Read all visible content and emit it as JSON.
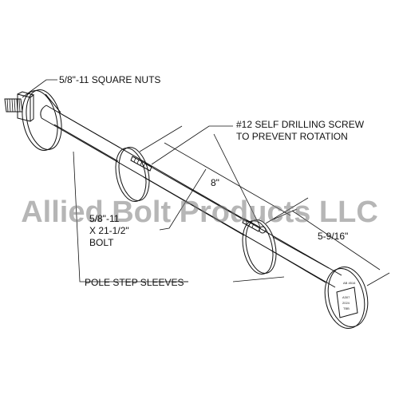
{
  "labels": {
    "square_nuts": "5/8\"-11 SQUARE NUTS",
    "screw_line1": "#12 SELF DRILLING SCREW",
    "screw_line2": "TO PREVENT ROTATION",
    "spacing": "8\"",
    "bolt_line1": "5/8\"-11",
    "bolt_line2": "X 21-1/2\"",
    "bolt_line3": "BOLT",
    "end_length": "5-9/16\"",
    "sleeves": "POLE STEP SLEEVES"
  },
  "watermark": "Allied Bolt Products LLC",
  "head_stamp": {
    "line1": "AB 4516",
    "line2": "A307",
    "line3": "2024",
    "line4": "TBB"
  },
  "colors": {
    "line": "#111111",
    "watermark": "#7a7a7a",
    "background": "#ffffff"
  }
}
